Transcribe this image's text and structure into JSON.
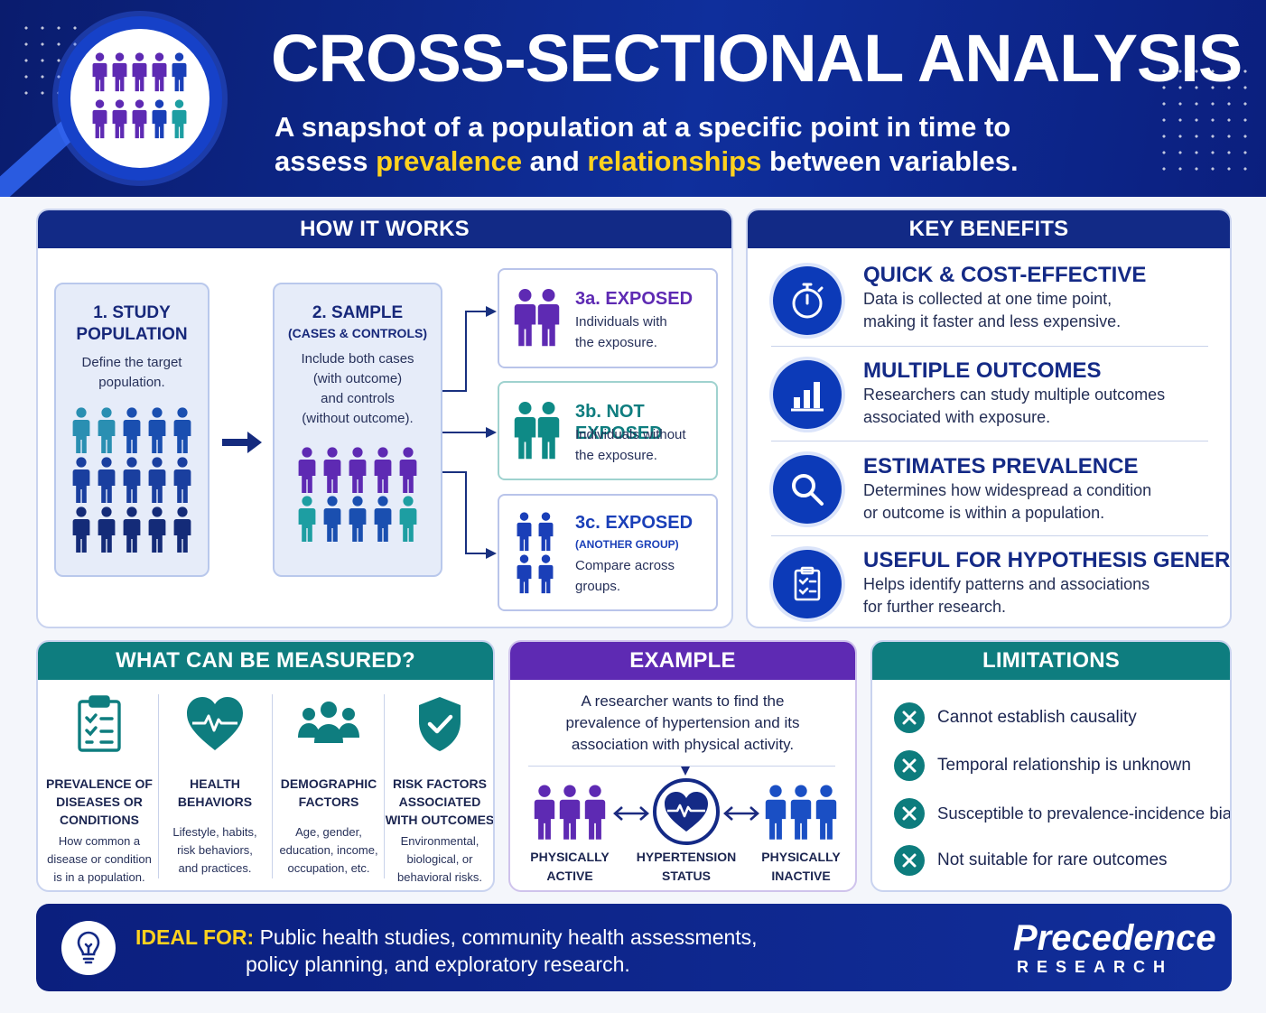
{
  "header": {
    "title": "CROSS-SECTIONAL ANALYSIS",
    "subtitle_line1": "A snapshot of a population at a specific point in time to",
    "subtitle_line2_pre": "assess ",
    "subtitle_hl1": "prevalence",
    "subtitle_mid": " and ",
    "subtitle_hl2": "relationships",
    "subtitle_post": " between variables."
  },
  "how": {
    "title": "HOW IT WORKS",
    "step1": {
      "title1": "1. STUDY",
      "title2": "POPULATION",
      "desc1": "Define the target",
      "desc2": "population."
    },
    "step2": {
      "title": "2. SAMPLE",
      "sub": "(CASES & CONTROLS)",
      "desc1": "Include both cases",
      "desc2": "(with outcome)",
      "desc3": "and controls",
      "desc4": "(without outcome)."
    },
    "b3a": {
      "title": "3a. EXPOSED",
      "desc1": "Individuals with",
      "desc2": "the exposure."
    },
    "b3b": {
      "title": "3b. NOT EXPOSED",
      "desc1": "Individuals without",
      "desc2": "the exposure."
    },
    "b3c": {
      "title": "3c. EXPOSED",
      "sub": "(ANOTHER GROUP)",
      "desc1": "Compare across",
      "desc2": "groups."
    }
  },
  "benefits": {
    "title": "KEY BENEFITS",
    "items": [
      {
        "title": "QUICK & COST-EFFECTIVE",
        "d1": "Data is collected at one time point,",
        "d2": "making it faster and less expensive.",
        "icon": "stopwatch-icon"
      },
      {
        "title": "MULTIPLE OUTCOMES",
        "d1": "Researchers can study multiple outcomes",
        "d2": "associated with exposure.",
        "icon": "bar-chart-icon"
      },
      {
        "title": "ESTIMATES PREVALENCE",
        "d1": "Determines how widespread a condition",
        "d2": "or outcome is within a population.",
        "icon": "magnifier-icon"
      },
      {
        "title": "USEFUL FOR HYPOTHESIS GENERATION",
        "d1": "Helps identify patterns and associations",
        "d2": "for further research.",
        "icon": "clipboard-icon"
      }
    ]
  },
  "measured": {
    "title": "WHAT CAN BE MEASURED?",
    "cols": [
      {
        "t1": "PREVALENCE OF",
        "t2": "DISEASES OR",
        "t3": "CONDITIONS",
        "d1": "How common a",
        "d2": "disease or condition",
        "d3": "is in a population.",
        "icon": "clipboard-checklist-icon"
      },
      {
        "t1": "HEALTH",
        "t2": "BEHAVIORS",
        "t3": "",
        "d1": "Lifestyle, habits,",
        "d2": "risk behaviors,",
        "d3": "and practices.",
        "icon": "heart-pulse-icon"
      },
      {
        "t1": "DEMOGRAPHIC",
        "t2": "FACTORS",
        "t3": "",
        "d1": "Age, gender,",
        "d2": "education, income,",
        "d3": "occupation, etc.",
        "icon": "people-group-icon"
      },
      {
        "t1": "RISK FACTORS",
        "t2": "ASSOCIATED",
        "t3": "WITH OUTCOMES",
        "d1": "Environmental,",
        "d2": "biological, or",
        "d3": "behavioral risks.",
        "icon": "shield-check-icon"
      }
    ]
  },
  "example": {
    "title": "EXAMPLE",
    "l1": "A researcher wants to find the",
    "l2": "prevalence of hypertension and its",
    "l3": "association with physical activity.",
    "left1": "PHYSICALLY",
    "left2": "ACTIVE",
    "mid1": "HYPERTENSION",
    "mid2": "STATUS",
    "right1": "PHYSICALLY",
    "right2": "INACTIVE"
  },
  "limitations": {
    "title": "LIMITATIONS",
    "items": [
      "Cannot establish causality",
      "Temporal relationship is unknown",
      "Susceptible to prevalence-incidence bias",
      "Not suitable for rare outcomes"
    ]
  },
  "footer": {
    "ideal_label": "IDEAL FOR:",
    "ideal_l1": "Public health studies, community health assessments,",
    "ideal_l2": "policy planning, and exploratory research.",
    "logo_main": "Precedence",
    "logo_sub": "RESEARCH"
  },
  "colors": {
    "navy": "#122a86",
    "teal": "#0e7d7f",
    "purple": "#5e2ab3",
    "yellow": "#ffd21e",
    "blue": "#0c3ab8"
  }
}
